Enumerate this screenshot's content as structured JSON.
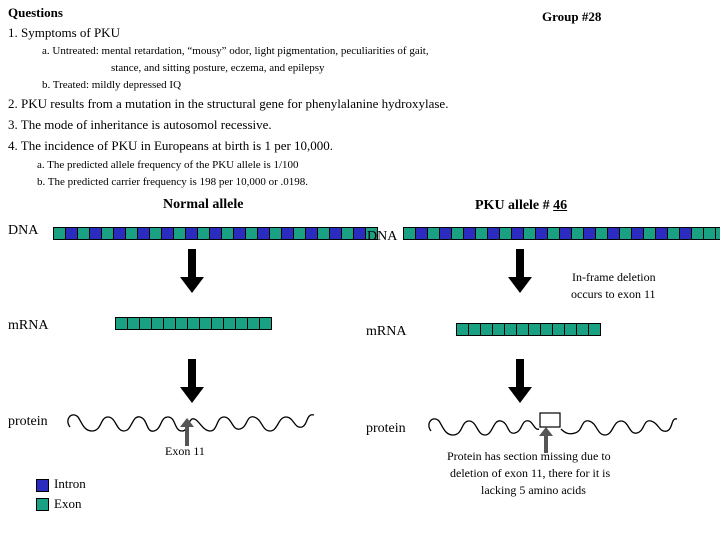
{
  "header": {
    "title": "Questions",
    "group": "Group #28"
  },
  "questions": {
    "q1": "1.  Symptoms of PKU",
    "q1a_line1": "a. Untreated: mental retardation, “mousy” odor, light pigmentation, peculiarities of gait,",
    "q1a_line2": "stance, and sitting posture, eczema, and epilepsy",
    "q1b": "b. Treated: mildly depressed IQ",
    "q2": "2.  PKU results from a mutation in the structural gene for phenylalanine hydroxylase.",
    "q3": "3.  The mode of inheritance is autosomol recessive.",
    "q4": "4.  The incidence of PKU in Europeans at birth is 1 per 10,000.",
    "q4a": "a. The predicted allele frequency of the PKU allele is 1/100",
    "q4b": "b. The predicted carrier frequency is 198 per 10,000 or .0198."
  },
  "normal": {
    "title": "Normal allele",
    "dna_label": "DNA",
    "mrna_label": "mRNA",
    "protein_label": "protein",
    "exon_label": "Exon 11"
  },
  "pku": {
    "title_prefix": "PKU allele # ",
    "title_number": "46",
    "dna_label": "DNA",
    "deletion_line1": "In-frame deletion",
    "deletion_line2": "occurs to exon 11",
    "mrna_label": "mRNA",
    "protein_label": "protein",
    "protein_note_line1": "Protein has section missing due to",
    "protein_note_line2": "deletion of exon 11, there for it is",
    "protein_note_line3": "lacking 5 amino acids"
  },
  "legend": {
    "intron_label": "Intron",
    "exon_label": "Exon",
    "intron_color": "#2b2bbf",
    "exon_color": "#1aa082"
  },
  "sequences": {
    "normal_dna": "EIEIEIEIEIEIEIEIEIEIEIEIEIE",
    "pku_dna": "EIEIEIEIEIEIEIEIEIEIEIEIEEE",
    "normal_mrna": "EEEEEEEEEEEEE",
    "pku_mrna": "EEEEEEEEEEEE"
  }
}
